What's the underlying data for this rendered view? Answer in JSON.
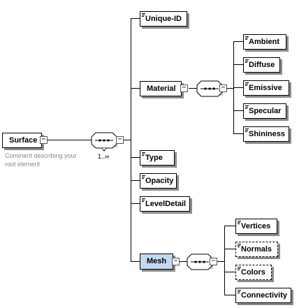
{
  "root": {
    "label": "Surface",
    "annotation_line1": "Comment describing your",
    "annotation_line2": "root element",
    "cardinality": "1..∞"
  },
  "children": {
    "unique_id": "Unique-ID",
    "material": "Material",
    "type": "Type",
    "opacity": "Opacity",
    "level_detail": "LevelDetail",
    "mesh": "Mesh"
  },
  "material_children": [
    "Ambient",
    "Diffuse",
    "Emissive",
    "Specular",
    "Shininess"
  ],
  "mesh_children": [
    {
      "label": "Vertices",
      "optional": false
    },
    {
      "label": "Normals",
      "optional": true
    },
    {
      "label": "Colors",
      "optional": true
    },
    {
      "label": "Connectivity",
      "optional": false
    }
  ],
  "colors": {
    "selected_fill": "#c3d7f1",
    "shadow": "#8c8c8c",
    "annotation_text": "#8a8a8a"
  },
  "icons": {
    "expander": "minus-box-icon",
    "sequence": "sequence-compositor-icon",
    "leaf": "element-lines-icon"
  },
  "expander_symbol": "−"
}
